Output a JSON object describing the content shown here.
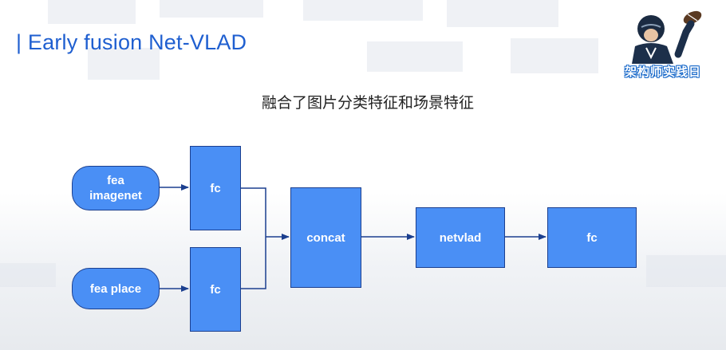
{
  "slide": {
    "title": "| Early fusion Net-VLAD",
    "subtitle": "融合了图片分类特征和场景特征"
  },
  "logo": {
    "text": "架构师实践日",
    "brand_color": "#1466c8"
  },
  "diagram": {
    "node_fill": "#4a8ff5",
    "node_border": "#1b3f8f",
    "nodes": {
      "fea_imagenet": "fea\nimagenet",
      "fea_place": "fea place",
      "fc_top": "fc",
      "fc_bottom": "fc",
      "concat": "concat",
      "netvlad": "netvlad",
      "fc_out": "fc"
    },
    "edges": [
      [
        "fea_imagenet",
        "fc_top"
      ],
      [
        "fea_place",
        "fc_bottom"
      ],
      [
        "fc_top",
        "concat"
      ],
      [
        "fc_bottom",
        "concat"
      ],
      [
        "concat",
        "netvlad"
      ],
      [
        "netvlad",
        "fc_out"
      ]
    ]
  }
}
